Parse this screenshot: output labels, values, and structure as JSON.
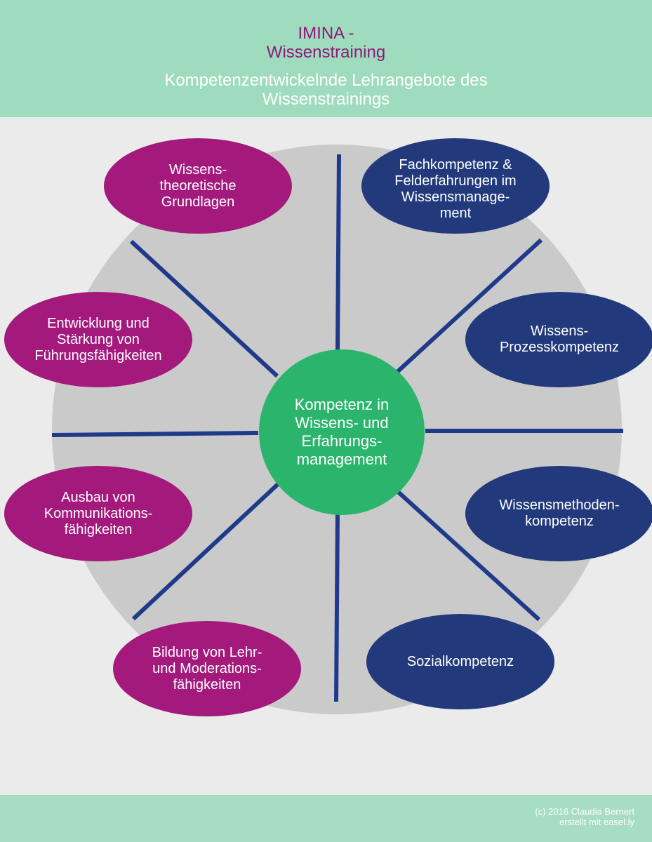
{
  "header": {
    "title_lines": [
      "IMINA -",
      "Wissenstraining"
    ],
    "subtitle_lines": [
      "Kompetenzentwickelnde Lehrangebote des",
      "Wissenstrainings"
    ]
  },
  "center": {
    "lines": [
      "Kompetenz in",
      "Wissens- und",
      "Erfahrungs-",
      "management"
    ]
  },
  "nodes": [
    {
      "lines": [
        "Wissens-",
        "theoretische",
        "Grundlagen"
      ]
    },
    {
      "lines": [
        "Fachkompetenz &",
        "Felderfahrungen im",
        "Wissensmanage-",
        "ment"
      ]
    },
    {
      "lines": [
        "Entwicklung und",
        "Stärkung von",
        "Führungsfähigkeiten"
      ]
    },
    {
      "lines": [
        "Wissens-",
        "Prozesskompetenz"
      ]
    },
    {
      "lines": [
        "Ausbau von",
        "Kommunikations-",
        "fähigkeiten"
      ]
    },
    {
      "lines": [
        "Wissensmethoden-",
        "kompetenz"
      ]
    },
    {
      "lines": [
        "Bildung von Lehr-",
        "und Moderations-",
        "fähigkeiten"
      ]
    },
    {
      "lines": [
        "Sozialkompetenz"
      ]
    }
  ],
  "footer": {
    "lines": [
      "(c) 2016 Claudia Bernert",
      "erstellt mit easel.ly"
    ]
  },
  "colors": {
    "header_bg": "#9fdcbe",
    "title": "#8b1a7a",
    "magenta": "#a4197c",
    "navy": "#223a7c",
    "center_green": "#2bb56c",
    "wheel_gray": "#cacaca",
    "spoke": "#1f3a8a"
  }
}
